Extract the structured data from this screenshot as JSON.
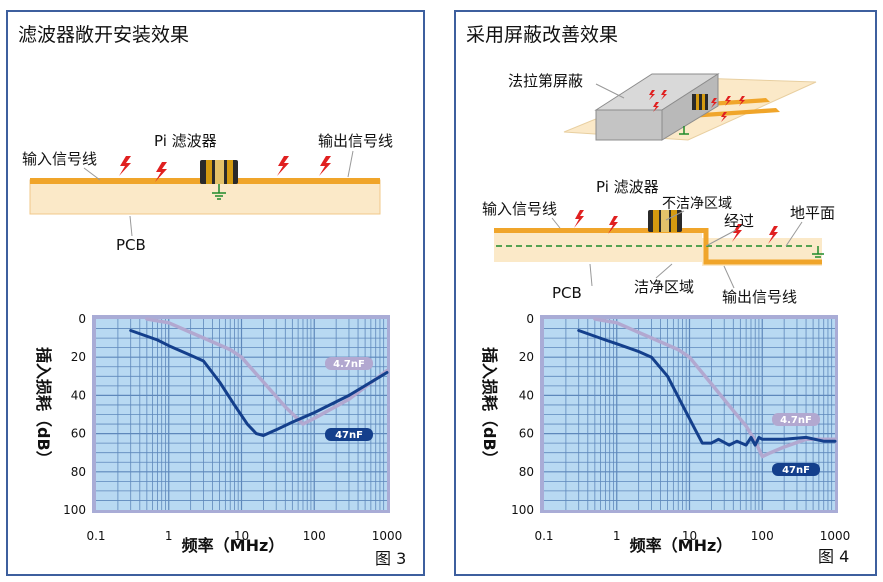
{
  "colors": {
    "frame": "#3d5f9e",
    "plot_bg": "#b8d9f2",
    "plot_border": "#a9acd6",
    "grid": "#5e88bb",
    "curve_dark": "#143f8c",
    "curve_light": "#b2a8d0",
    "trace": "#f0a52a",
    "board": "#fbe9c8",
    "spark": "#e02020",
    "ground_plane": "#1e8a2a"
  },
  "left": {
    "title": "滤波器敞开安装效果",
    "labels": {
      "filter": "Pi 滤波器",
      "input": "输入信号线",
      "output": "输出信号线",
      "pcb": "PCB"
    },
    "chart": {
      "ylabel": "插入损耗（dB）",
      "xlabel": "频率（MHz）",
      "legend_light": "4.7nF",
      "legend_dark": "47nF"
    },
    "fig": "图 3"
  },
  "right": {
    "title": "采用屏蔽改善效果",
    "labels": {
      "shield": "法拉第屏蔽",
      "filter": "Pi 滤波器",
      "dirty": "不洁净区域",
      "via": "经过",
      "plane": "地平面",
      "input": "输入信号线",
      "clean": "洁净区域",
      "output": "输出信号线",
      "pcb": "PCB"
    },
    "chart": {
      "ylabel": "插入损耗（dB）",
      "xlabel": "频率（MHz）",
      "legend_light": "4.7nF",
      "legend_dark": "47nF"
    },
    "fig": "图 4"
  },
  "chart_data": [
    {
      "type": "line",
      "x_scale": "log",
      "xlim": [
        0.1,
        1000
      ],
      "ylim": [
        0,
        100
      ],
      "y_inverted": true,
      "xticks": [
        "0.1",
        "1",
        "10",
        "100",
        "1000"
      ],
      "yticks": [
        "0",
        "20",
        "40",
        "60",
        "80",
        "100"
      ],
      "xlabel": "频率（MHz）",
      "ylabel": "插入损耗（dB）",
      "series": [
        {
          "name": "4.7nF",
          "color": "#b2a8d0",
          "points": [
            [
              0.5,
              0
            ],
            [
              1,
              2
            ],
            [
              2,
              7
            ],
            [
              4,
              12
            ],
            [
              7,
              16
            ],
            [
              10,
              20
            ],
            [
              20,
              33
            ],
            [
              40,
              46
            ],
            [
              70,
              55
            ],
            [
              100,
              52
            ],
            [
              300,
              42
            ],
            [
              1000,
              27
            ]
          ]
        },
        {
          "name": "47nF",
          "color": "#143f8c",
          "points": [
            [
              0.3,
              6
            ],
            [
              0.7,
              11
            ],
            [
              1,
              14
            ],
            [
              2,
              19
            ],
            [
              3,
              22
            ],
            [
              5,
              33
            ],
            [
              8,
              45
            ],
            [
              12,
              55
            ],
            [
              16,
              60
            ],
            [
              20,
              61
            ],
            [
              30,
              58
            ],
            [
              50,
              54
            ],
            [
              100,
              49
            ],
            [
              300,
              40
            ],
            [
              1000,
              28
            ]
          ]
        }
      ]
    },
    {
      "type": "line",
      "x_scale": "log",
      "xlim": [
        0.1,
        1000
      ],
      "ylim": [
        0,
        100
      ],
      "y_inverted": true,
      "xticks": [
        "0.1",
        "1",
        "10",
        "100",
        "1000"
      ],
      "yticks": [
        "0",
        "20",
        "40",
        "60",
        "80",
        "100"
      ],
      "xlabel": "频率（MHz）",
      "ylabel": "插入损耗（dB）",
      "series": [
        {
          "name": "4.7nF",
          "color": "#b2a8d0",
          "points": [
            [
              0.5,
              0
            ],
            [
              1,
              2
            ],
            [
              2,
              7
            ],
            [
              4,
              12
            ],
            [
              7,
              16
            ],
            [
              10,
              20
            ],
            [
              20,
              34
            ],
            [
              40,
              48
            ],
            [
              60,
              56
            ],
            [
              80,
              64
            ],
            [
              100,
              72
            ],
            [
              130,
              70
            ],
            [
              200,
              67
            ],
            [
              400,
              63
            ],
            [
              1000,
              63
            ]
          ]
        },
        {
          "name": "47nF",
          "color": "#143f8c",
          "points": [
            [
              0.3,
              6
            ],
            [
              0.7,
              11
            ],
            [
              1,
              13
            ],
            [
              2,
              17
            ],
            [
              3,
              20
            ],
            [
              5,
              30
            ],
            [
              8,
              45
            ],
            [
              12,
              58
            ],
            [
              15,
              65
            ],
            [
              20,
              65
            ],
            [
              25,
              63
            ],
            [
              35,
              66
            ],
            [
              45,
              64
            ],
            [
              60,
              66
            ],
            [
              70,
              62
            ],
            [
              80,
              66
            ],
            [
              90,
              62
            ],
            [
              100,
              63
            ],
            [
              200,
              63
            ],
            [
              400,
              62
            ],
            [
              700,
              64
            ],
            [
              1000,
              64
            ]
          ]
        }
      ]
    }
  ]
}
